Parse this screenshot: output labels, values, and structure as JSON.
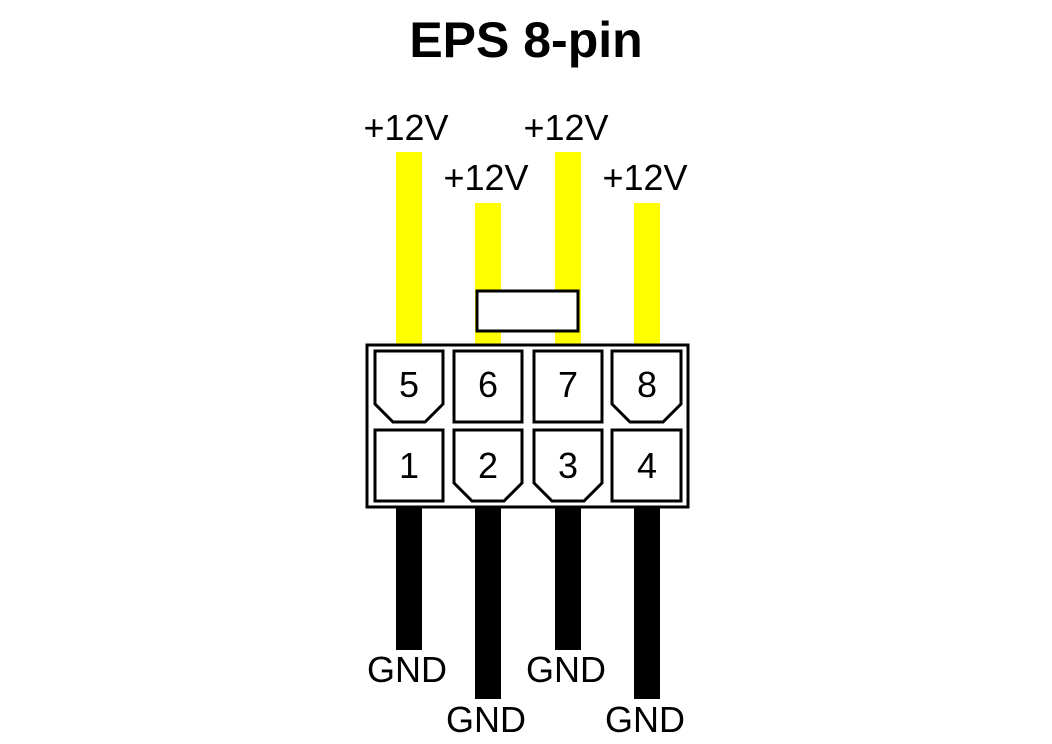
{
  "title": "EPS 8-pin",
  "colors": {
    "power_wire": "#ffff00",
    "ground_wire": "#000000",
    "outline": "#000000",
    "background": "#ffffff"
  },
  "wires": {
    "top": [
      {
        "pin": "5",
        "label": "+12V"
      },
      {
        "pin": "6",
        "label": "+12V"
      },
      {
        "pin": "7",
        "label": "+12V"
      },
      {
        "pin": "8",
        "label": "+12V"
      }
    ],
    "bottom": [
      {
        "pin": "1",
        "label": "GND"
      },
      {
        "pin": "2",
        "label": "GND"
      },
      {
        "pin": "3",
        "label": "GND"
      },
      {
        "pin": "4",
        "label": "GND"
      }
    ]
  },
  "pins": {
    "top_row": [
      {
        "number": "5",
        "shape": "keyed"
      },
      {
        "number": "6",
        "shape": "square"
      },
      {
        "number": "7",
        "shape": "square"
      },
      {
        "number": "8",
        "shape": "keyed"
      }
    ],
    "bottom_row": [
      {
        "number": "1",
        "shape": "square"
      },
      {
        "number": "2",
        "shape": "keyed"
      },
      {
        "number": "3",
        "shape": "keyed"
      },
      {
        "number": "4",
        "shape": "square"
      }
    ]
  }
}
